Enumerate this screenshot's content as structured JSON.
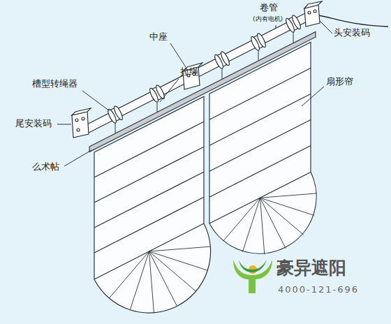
{
  "diagram": {
    "labels": [
      "卷管",
      "(内有电机)",
      "头安装码",
      "中座",
      "拉绳",
      "槽型转绳器",
      "尾安装码",
      "么术帖",
      "扇形帘",
      "豪异遮阳",
      "4000-121-696"
    ]
  }
}
